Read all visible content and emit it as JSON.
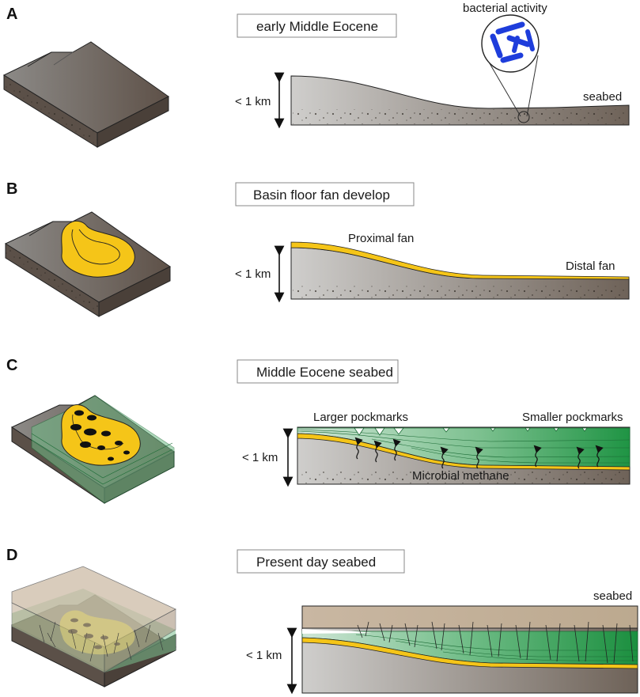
{
  "panels": [
    {
      "letter": "A",
      "title": "early Middle Eocene",
      "scale": "< 1 km",
      "labels": {
        "bacteria": "bacterial activity",
        "seabed": "seabed"
      }
    },
    {
      "letter": "B",
      "title": "Basin floor fan develop",
      "scale": "< 1 km",
      "labels": {
        "proximal": "Proximal fan",
        "distal": "Distal fan"
      }
    },
    {
      "letter": "C",
      "title": "Middle Eocene seabed",
      "scale": "< 1 km",
      "labels": {
        "larger": "Larger pockmarks",
        "smaller": "Smaller pockmarks",
        "methane": "Microbial methane"
      }
    },
    {
      "letter": "D",
      "title": "Present  day seabed",
      "scale": "< 1 km",
      "labels": {
        "seabed": "seabed"
      }
    }
  ],
  "colors": {
    "sediment_dark": "#6e6258",
    "sediment_light": "#c9c8c6",
    "fan_yellow": "#f5c518",
    "green_layer": "#2a9a4a",
    "overburden": "#c3b09a",
    "bacteria_blue": "#1e3ddb"
  }
}
